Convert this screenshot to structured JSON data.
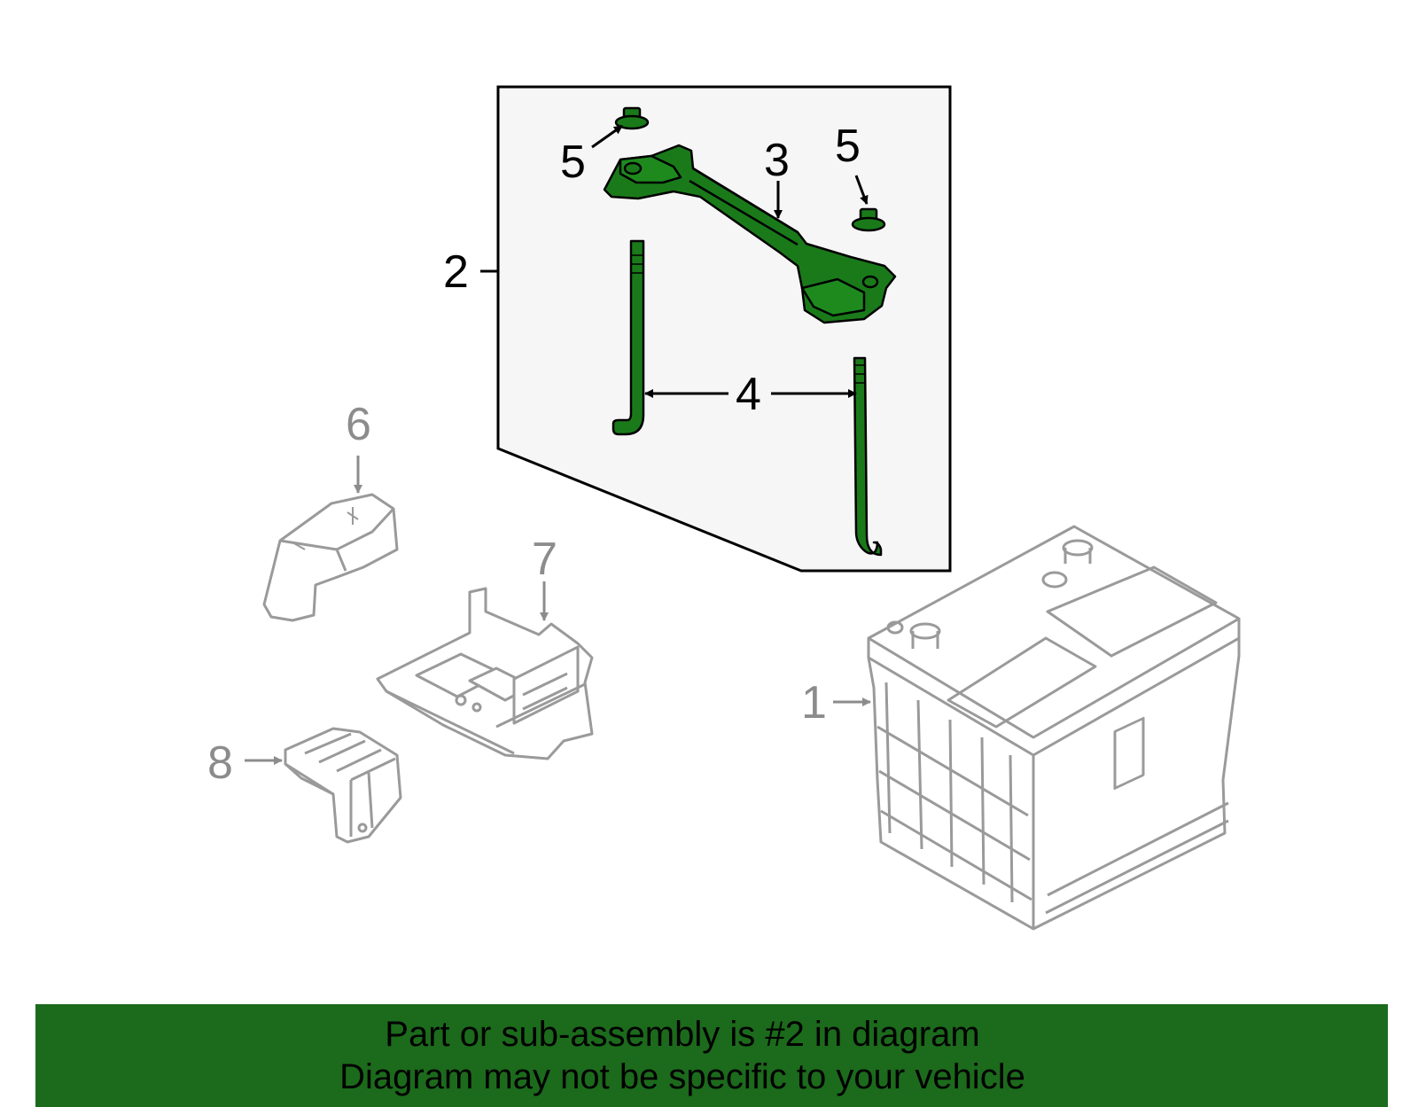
{
  "callouts": {
    "c1": "1",
    "c2": "2",
    "c3": "3",
    "c4": "4",
    "c5a": "5",
    "c5b": "5",
    "c6": "6",
    "c7": "7",
    "c8": "8"
  },
  "banner": {
    "line1": "Part or sub-assembly is #2 in diagram",
    "line2": "Diagram may not be specific to your vehicle"
  },
  "colors": {
    "highlight_part": "#1a7a1a",
    "banner_background": "#1c6a1c",
    "context_part_stroke": "#9a9a9a",
    "inset_background": "#f6f6f6"
  }
}
